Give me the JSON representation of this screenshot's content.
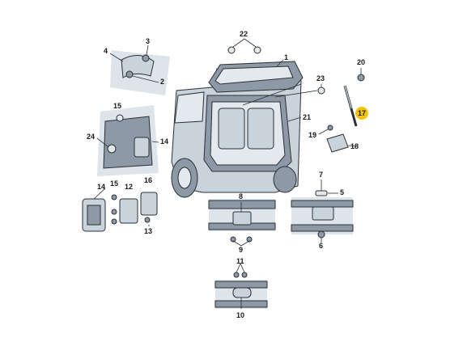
{
  "diagram": {
    "labels": {
      "l1": "1",
      "l2": "2",
      "l3": "3",
      "l4": "4",
      "l5": "5",
      "l6": "6",
      "l7": "7",
      "l8": "8",
      "l9": "9",
      "l10": "10",
      "l11": "11",
      "l12": "12",
      "l13": "13",
      "l14a": "14",
      "l14b": "14",
      "l15a": "15",
      "l15b": "15",
      "l16": "16",
      "l17": "17",
      "l18": "18",
      "l19": "19",
      "l20": "20",
      "l21": "21",
      "l22": "22",
      "l23": "23",
      "l24": "24"
    },
    "highlight": {
      "part": "17",
      "color": "#f5c400"
    }
  }
}
